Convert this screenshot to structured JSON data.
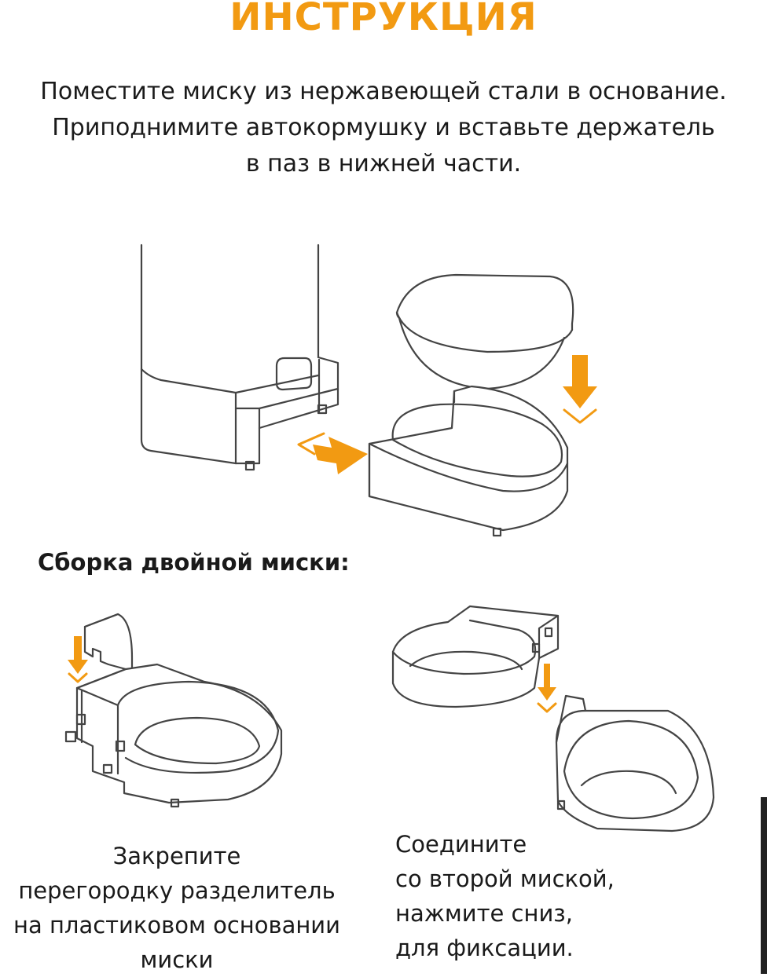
{
  "title": "ИНСТРУКЦИЯ",
  "intro_lines": [
    "Поместите миску из нержавеющей стали в основание.",
    "Приподнимите автокормушку и вставьте держатель",
    "в паз в нижней части."
  ],
  "subheading": "Сборка двойной миски:",
  "caption_left": [
    "Закрепите",
    "перегородку разделитель",
    "на пластиковом основании",
    "миски"
  ],
  "caption_right": [
    "Соедините",
    "со второй миской,",
    "нажмите сниз,",
    "для фиксации."
  ],
  "colors": {
    "accent": "#f29a12",
    "text": "#1a1a1a",
    "line": "#444444"
  }
}
